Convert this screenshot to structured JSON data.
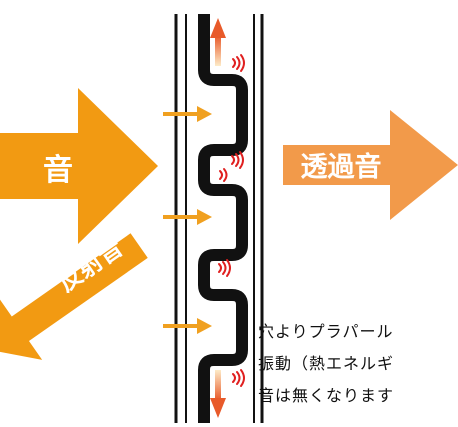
{
  "labels": {
    "incident": "音",
    "transmitted": "透過音",
    "reflected": "反射音"
  },
  "caption": [
    "穴よりプラパール",
    "振動（熱エネルギ",
    "音は無くなります"
  ],
  "colors": {
    "incident_arrow": "#f29a12",
    "transmitted_arrow": "#f29a4a",
    "reflected_arrow": "#f29a12",
    "small_arrows": "#f0a020",
    "wall_outline": "#111111",
    "vibration_marks": "#e02020",
    "edge_arrow_gradient_top": "#f3a000",
    "edge_arrow_gradient_bottom": "#e85a2a"
  }
}
